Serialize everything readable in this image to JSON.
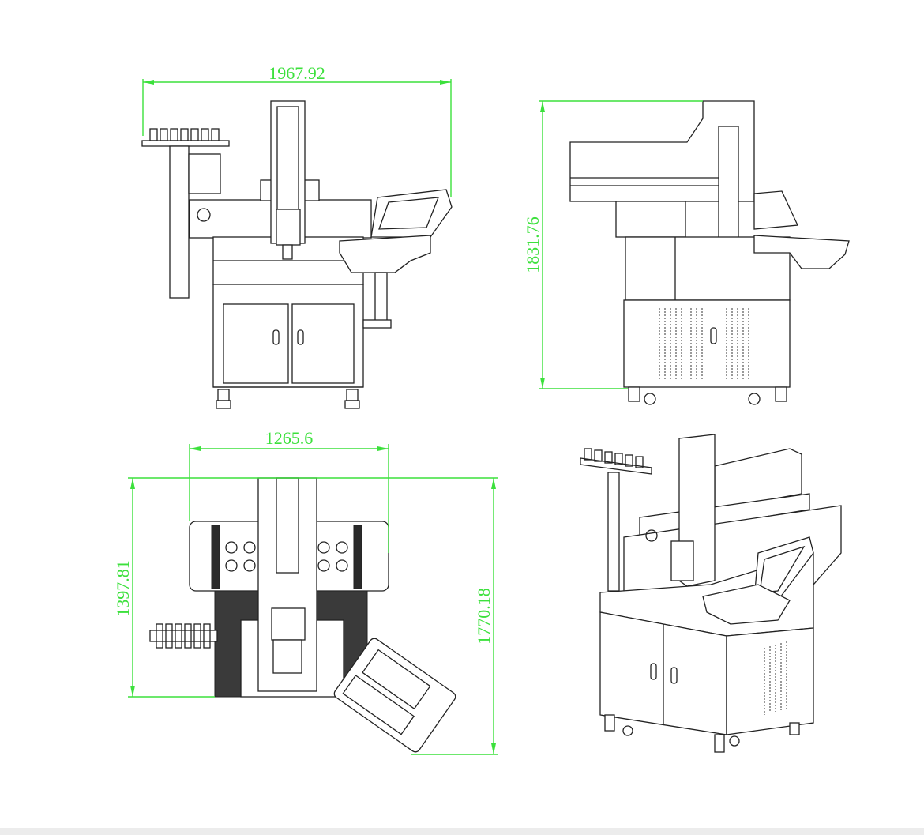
{
  "drawing": {
    "views": [
      {
        "name": "front-view",
        "dimensions": [
          "1967.92"
        ]
      },
      {
        "name": "side-view",
        "dimensions": [
          "1831.76"
        ]
      },
      {
        "name": "top-view",
        "dimensions": [
          "1265.6",
          "1397.81",
          "1770.18"
        ]
      },
      {
        "name": "isometric-view",
        "dimensions": []
      }
    ]
  },
  "colors": {
    "dimension": "#3ce03c",
    "line": "#222222"
  }
}
